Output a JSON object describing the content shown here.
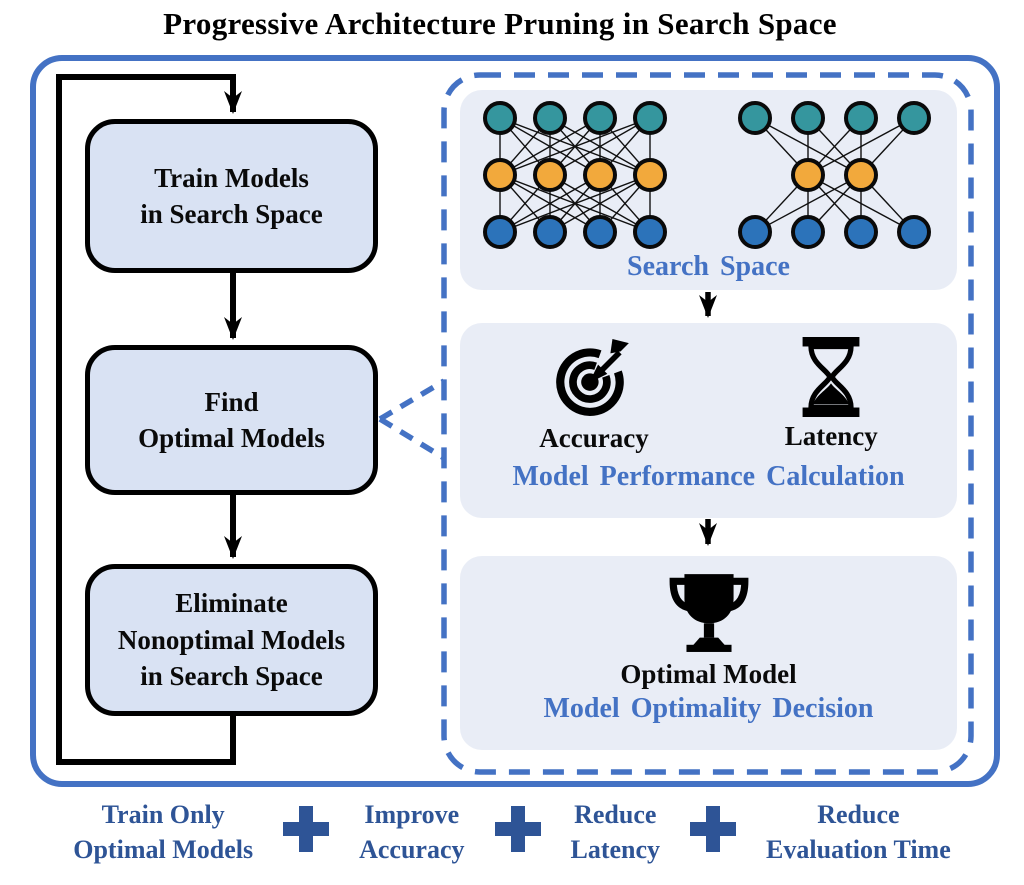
{
  "title": "Progressive Architecture Pruning in Search Space",
  "flowchart": {
    "steps": [
      {
        "label": "Train Models\nin Search Space"
      },
      {
        "label": "Find\nOptimal Models"
      },
      {
        "label": "Eliminate\nNonoptimal Models\nin Search Space"
      }
    ]
  },
  "detail_panel": {
    "search_space": {
      "caption": "Search Space",
      "networks": [
        {
          "name": "full-network",
          "layers": [
            4,
            4,
            4
          ]
        },
        {
          "name": "pruned-network",
          "layers": [
            4,
            2,
            4
          ]
        }
      ]
    },
    "performance": {
      "items": [
        {
          "icon": "target-icon",
          "label": "Accuracy"
        },
        {
          "icon": "hourglass-icon",
          "label": "Latency"
        }
      ],
      "caption": "Model Performance Calculation"
    },
    "optimality": {
      "icon": "trophy-icon",
      "label": "Optimal Model",
      "caption": "Model Optimality Decision"
    }
  },
  "benefits": {
    "items": [
      "Train Only\nOptimal Models",
      "Improve\nAccuracy",
      "Reduce\nLatency",
      "Reduce\nEvaluation Time"
    ],
    "separator": "+"
  },
  "colors": {
    "border_blue": "#4472c4",
    "caption_blue": "#4472c4",
    "benefit_blue": "#2e5496",
    "box_fill": "#d9e2f3",
    "panel_fill": "#e9edf6",
    "node_teal": "#35969e",
    "node_orange": "#f2a93c",
    "node_blue": "#2c73ba",
    "ink": "#0a0a0a"
  },
  "layer_colors": [
    "#35969e",
    "#f2a93c",
    "#2c73ba"
  ]
}
